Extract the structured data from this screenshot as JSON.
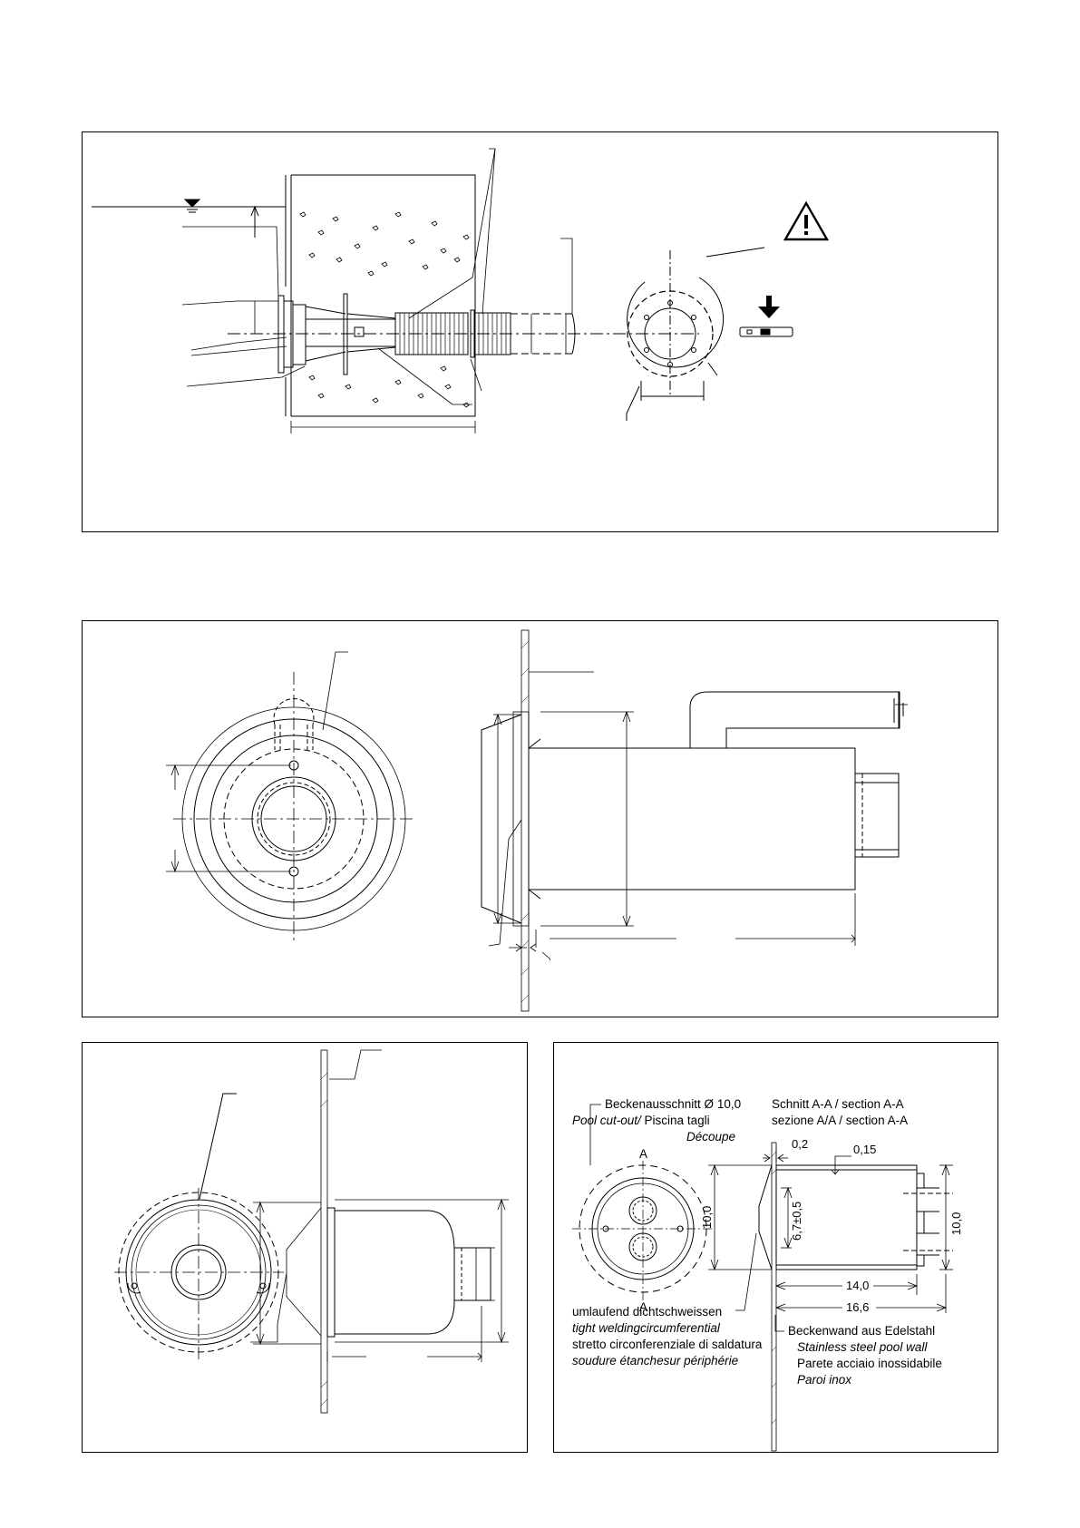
{
  "warning_icon": "warning-triangle-icon",
  "level_icon": "spirit-level-icon",
  "arrow_icon": "down-arrow-icon",
  "section_panel": {
    "cutout_label": {
      "de": "Beckenausschnitt Ø 10,0",
      "en_it_a": "Pool cut-out/",
      "en_it_b": " Piscina tagli",
      "fr": "Découpe"
    },
    "section_label": {
      "line1": "Schnitt A-A / section A-A",
      "line2": "sezione A/A / section  A-A"
    },
    "section_mark_top": "A",
    "section_mark_bottom": "A",
    "dims": {
      "wall_thickness": "0,2",
      "gap": "0,15",
      "height": "10,0",
      "inner_height": "6,7±0,5",
      "right_height": "10,0",
      "body_length": "14,0",
      "total_length": "16,6"
    },
    "weld_label": {
      "de": "umlaufend dichtschweissen",
      "en": "tight weldingcircumferential",
      "it": "stretto circonferenziale di saldatura",
      "fr": "soudure étanchesur périphérie"
    },
    "wall_label": {
      "de": "Beckenwand aus Edelstahl",
      "en": "Stainless steel pool wall",
      "it": "Parete acciaio inossidabile",
      "fr": "Paroi inox"
    }
  }
}
